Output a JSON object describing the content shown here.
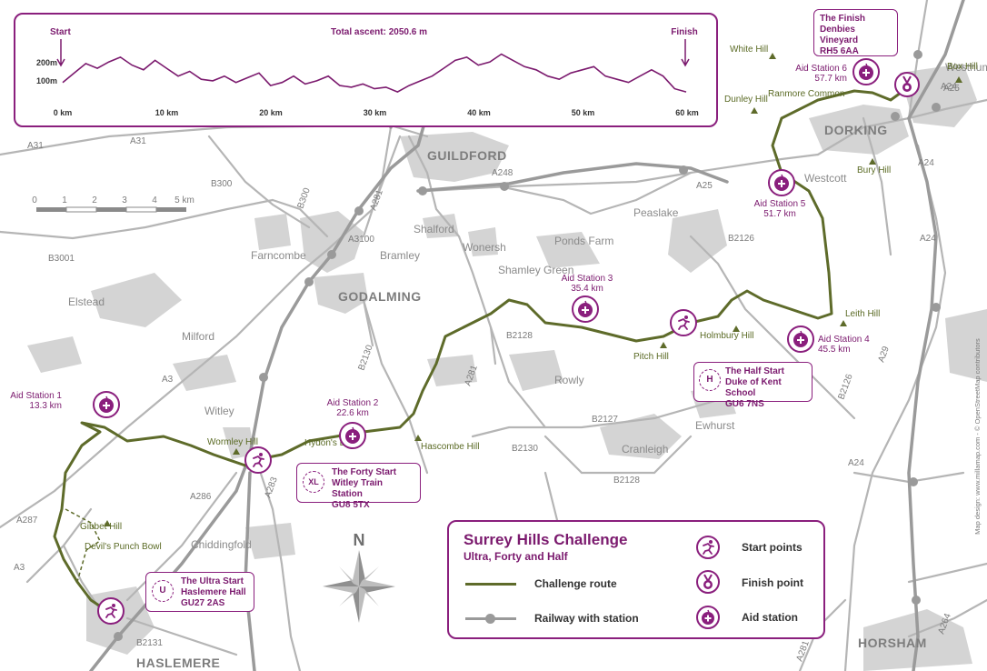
{
  "colors": {
    "route": "#5e6b2a",
    "accent": "#8a1f7d",
    "road": "#a3a3a3",
    "urban": "#d4d4d4",
    "hill": "#5e6b2a"
  },
  "profile": {
    "start_label": "Start",
    "finish_label": "Finish",
    "ascent_label": "Total ascent: 2050.6 m",
    "y_labels": [
      "200m",
      "100m"
    ],
    "x_labels": [
      "0 km",
      "10 km",
      "20 km",
      "30 km",
      "40 km",
      "50 km",
      "60 km"
    ],
    "elevations": [
      130,
      160,
      190,
      175,
      195,
      210,
      185,
      170,
      200,
      175,
      150,
      165,
      140,
      135,
      150,
      130,
      145,
      160,
      120,
      130,
      150,
      125,
      135,
      150,
      120,
      115,
      125,
      110,
      115,
      100,
      120,
      135,
      150,
      175,
      200,
      210,
      185,
      195,
      220,
      200,
      180,
      170,
      150,
      140,
      160,
      170,
      180,
      150,
      140,
      130,
      150,
      170,
      150,
      110,
      100
    ]
  },
  "map": {
    "towns_major": [
      "GUILDFORD",
      "GODALMING",
      "DORKING",
      "HASLEMERE",
      "HORSHAM"
    ],
    "towns_minor": [
      "Farncombe",
      "Shalford",
      "Bramley",
      "Wonersh",
      "Shamley Green",
      "Ponds Farm",
      "Peaslake",
      "Westcott",
      "Westhumble",
      "Elstead",
      "Milford",
      "Witley",
      "Rowly",
      "Cranleigh",
      "Ewhurst",
      "Chiddingfold"
    ],
    "roads": [
      "A31",
      "A31",
      "B300",
      "B300",
      "A281",
      "A3100",
      "B3001",
      "A3",
      "A286",
      "A283",
      "B2130",
      "B2128",
      "A281",
      "B2130",
      "B2127",
      "B2128",
      "A248",
      "A25",
      "A25",
      "B2126",
      "B2126",
      "A24",
      "A24",
      "A24",
      "A29",
      "A264",
      "A281",
      "A287",
      "A3",
      "B2131",
      "A24"
    ],
    "hills": [
      "White Hill",
      "Box Hill",
      "Dunley Hill",
      "Ranmore Common",
      "Bury Hill",
      "Leith Hill",
      "Holmbury Hill",
      "Pitch Hill",
      "Hascombe Hill",
      "Hydon's Ball",
      "Wormley Hill",
      "Gibbet Hill",
      "Devil's Punch Bowl"
    ],
    "scale": {
      "ticks": [
        "0",
        "1",
        "2",
        "3",
        "4",
        "5 km"
      ]
    },
    "north": "N",
    "credit1": "Map design: www.millamap.com",
    "credit2": "© OpenStreetMap contributors"
  },
  "aid_stations": [
    {
      "name": "Aid Station 1",
      "km": "13.3 km"
    },
    {
      "name": "Aid Station 2",
      "km": "22.6  km"
    },
    {
      "name": "Aid Station 3",
      "km": "35.4 km"
    },
    {
      "name": "Aid Station 4",
      "km": "45.5 km"
    },
    {
      "name": "Aid Station 5",
      "km": "51.7 km"
    },
    {
      "name": "Aid Station 6",
      "km": "57.7 km"
    }
  ],
  "starts": {
    "ultra": {
      "title": "The Ultra Start",
      "place": "Haslemere Hall",
      "postcode": "GU27 2AS",
      "badge": "U"
    },
    "forty": {
      "title": "The Forty Start",
      "place": "Witley Train Station",
      "postcode": "GU8 5TX",
      "badge": "XL"
    },
    "half": {
      "title": "The Half Start",
      "place": "Duke of Kent School",
      "postcode": "GU6 7NS",
      "badge": "H"
    }
  },
  "finish": {
    "title": "The Finish",
    "place": "Denbies Vineyard",
    "postcode": "RH5 6AA"
  },
  "legend": {
    "title": "Surrey Hills Challenge",
    "subtitle": "Ultra, Forty and Half",
    "items": [
      {
        "label": "Challenge route"
      },
      {
        "label": "Railway with station"
      },
      {
        "label": "Start points"
      },
      {
        "label": "Finish point"
      },
      {
        "label": "Aid station"
      }
    ]
  }
}
